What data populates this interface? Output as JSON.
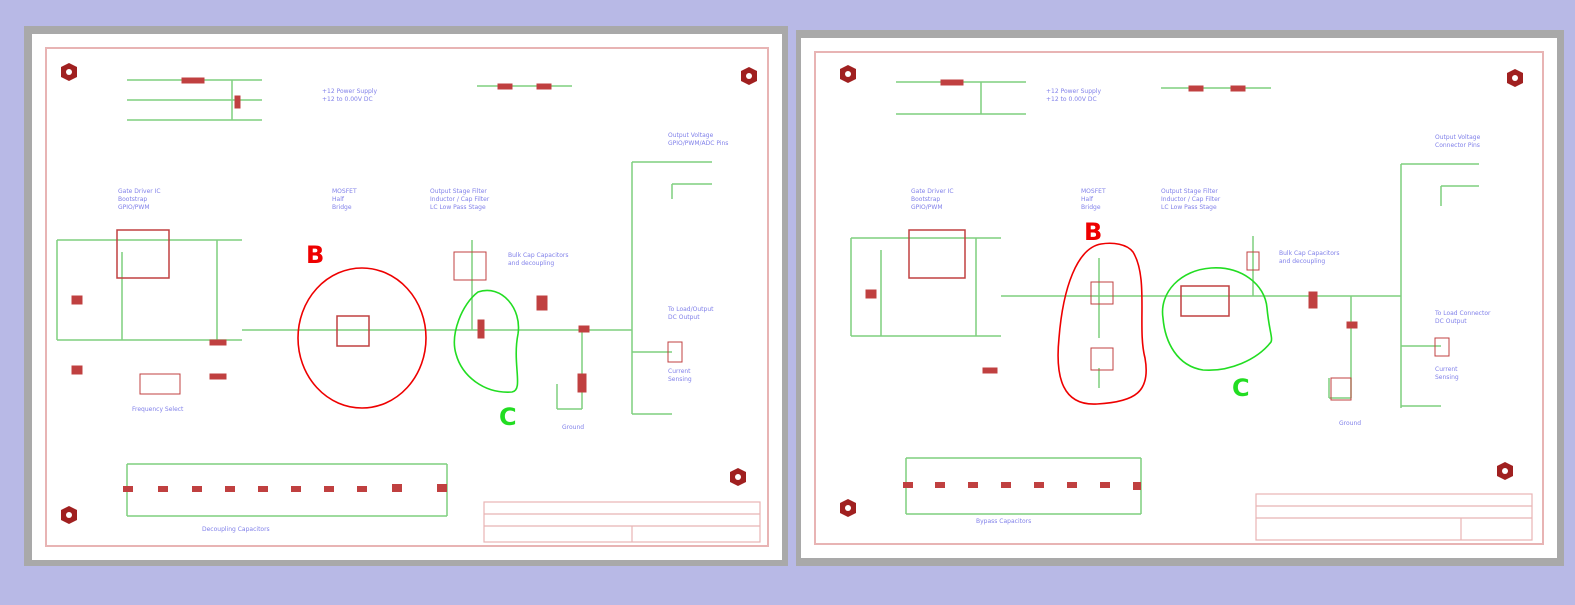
{
  "annotations": {
    "left": {
      "b_label": "B",
      "c_label": "C"
    },
    "right": {
      "b_label": "B",
      "c_label": "C"
    }
  },
  "schematic_text": {
    "left": {
      "power_supply": "+12 Power Supply",
      "power_supply_sub": "+12 to 0.00V DC",
      "connector_top": "Output Voltage",
      "connector_top_sub": "GPIO/PWM/ADC Pins",
      "driver": "Gate Driver IC",
      "driver_sub": "Bootstrap",
      "driver_sub2": "GPIO/PWM",
      "bridge": "MOSFET",
      "bridge_sub": "Half",
      "bridge_sub2": "Bridge",
      "filter": "Output Stage Filter",
      "filter_sub": "Inductor / Cap Filter",
      "filter_sub2": "LC Low Pass Stage",
      "bulk": "Bulk Cap Capacitors",
      "bulk_sub": "and decoupling",
      "load": "To Load/Output",
      "load_sub": "DC Output",
      "sense": "Current",
      "sense_sub": "Sensing",
      "freq": "Frequency Select",
      "decoupling": "Decoupling Capacitors",
      "gnd_label": "Ground"
    },
    "right": {
      "power_supply": "+12 Power Supply",
      "power_supply_sub": "+12 to 0.00V DC",
      "connector_top": "Output Voltage",
      "connector_top_sub": "Connector Pins",
      "driver": "Gate Driver IC",
      "driver_sub": "Bootstrap",
      "driver_sub2": "GPIO/PWM",
      "bridge": "MOSFET",
      "bridge_sub": "Half",
      "bridge_sub2": "Bridge",
      "filter": "Output Stage Filter",
      "filter_sub": "Inductor / Cap Filter",
      "filter_sub2": "LC Low Pass Stage",
      "bulk": "Bulk Cap Capacitors",
      "bulk_sub": "and decoupling",
      "load": "To Load Connector",
      "load_sub": "DC Output",
      "sense": "Current",
      "sense_sub": "Sensing",
      "decoupling": "Bypass Capacitors",
      "gnd_label": "Ground"
    }
  },
  "colors": {
    "background": "#b8b9e6",
    "frame": "#a9a9a9",
    "sheet": "#ffffff",
    "border": "#e8b4b4",
    "wire": "#7fcf7f",
    "component": "#c04040",
    "text": "#4a4ae0",
    "annotation_b": "#ee0000",
    "annotation_c": "#22dd22"
  }
}
